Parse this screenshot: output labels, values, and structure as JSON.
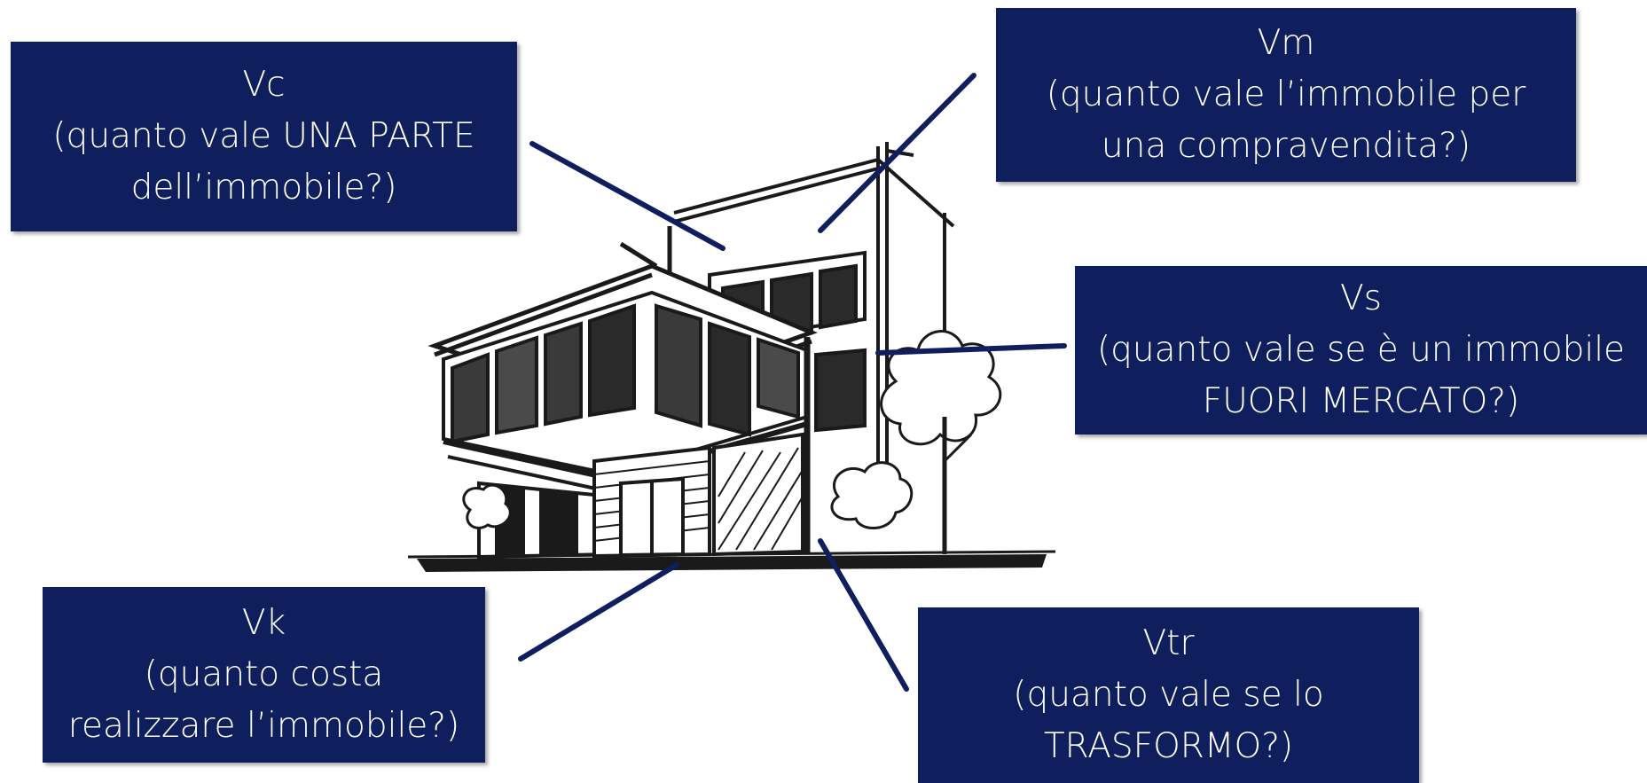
{
  "boxes": {
    "vc": {
      "code": "Vc",
      "lines": [
        "(quanto vale UNA PARTE",
        "dell’immobile?)"
      ]
    },
    "vm": {
      "code": "Vm",
      "lines": [
        "(quanto vale l’immobile per",
        "una compravendita?)"
      ]
    },
    "vs": {
      "code": "Vs",
      "lines": [
        "(quanto vale se è un immobile",
        "FUORI MERCATO?)"
      ]
    },
    "vk": {
      "code": "Vk",
      "lines": [
        "(quanto costa",
        "realizzare l’immobile?)"
      ]
    },
    "vtr": {
      "code": "Vtr",
      "lines": [
        "(quanto vale se lo",
        "TRASFORMO?)"
      ]
    }
  },
  "colors": {
    "box_background": "#0f1f5e",
    "box_text": "#ffffff",
    "connector_line": "#0f1f5e",
    "sketch_ink": "#1a1a1a"
  },
  "illustration": {
    "icon": "building-sketch-icon"
  }
}
